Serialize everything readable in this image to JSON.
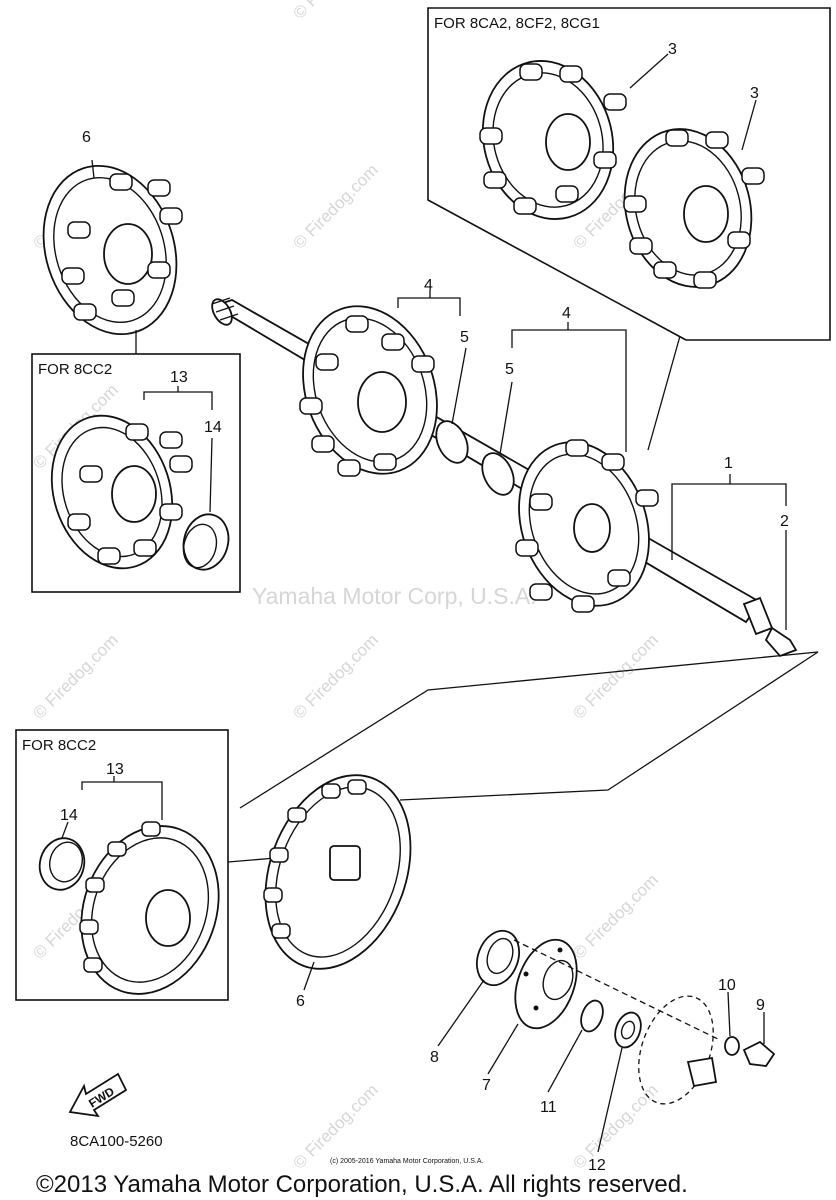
{
  "insets": {
    "top_right": "FOR 8CA2, 8CF2, 8CG1",
    "left_upper": "FOR 8CC2",
    "left_lower": "FOR 8CC2"
  },
  "callouts": {
    "1": "1",
    "2": "2",
    "3": "3",
    "4": "4",
    "5": "5",
    "6": "6",
    "7": "7",
    "8": "8",
    "9": "9",
    "10": "10",
    "11": "11",
    "12": "12",
    "13": "13",
    "14": "14"
  },
  "fwd_label": "FWD",
  "figure_code": "8CA100-5260",
  "tiny_copyright": "(c) 2005-2016 Yamaha Motor Corporation, U.S.A.",
  "copyright": "©2013 Yamaha Motor Corporation, U.S.A. All rights reserved.",
  "watermarks": {
    "corp": "Yamaha Motor Corp, U.S.A.",
    "site": "© Firedog.com"
  }
}
